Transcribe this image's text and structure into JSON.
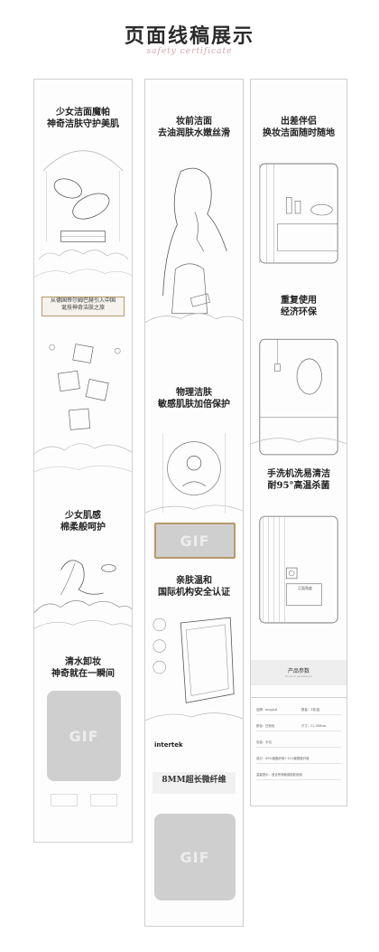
{
  "header": {
    "title": "页面线稿展示",
    "subtitle": "safety certificate"
  },
  "column1": {
    "s1": {
      "line1": "少女洁面魔帕",
      "line2": "神奇洁肤守护美肌"
    },
    "banner": {
      "line1": "从德国帝尔姆巴赫引入中国",
      "line2": "诞技神奇洁肤之旅"
    },
    "s2": {
      "line1": "少女肌感",
      "line2": "棉柔般呵护"
    },
    "s3": {
      "line1": "清水卸妆",
      "line2": "神奇就在一瞬间"
    },
    "gif": "GIF"
  },
  "column2": {
    "s1": {
      "line1": "妆前洁面",
      "line2": "去油润肤水嫩丝滑"
    },
    "s2": {
      "line1": "物理洁肤",
      "line2": "敏感肌肤加倍保护"
    },
    "gif1": "GIF",
    "s3": {
      "line1": "亲肤温和",
      "line2": "国际机构安全认证"
    },
    "brand": "intertek",
    "s4": {
      "line1": "8MM超长微纤维"
    },
    "gif2": "GIF"
  },
  "column3": {
    "s1": {
      "line1": "出差伴侣",
      "line2": "换妆洁面随时随地"
    },
    "s2": {
      "line1": "重复使用",
      "line2": "经济环保"
    },
    "s3": {
      "line1": "手洗机洗易清洁",
      "line2": "耐95°高温杀菌"
    },
    "panel_label": "正面角度",
    "params": {
      "title": "产品参数",
      "subtitle": "Product parameters",
      "rows": [
        {
          "label": "品牌：moqiad",
          "value": "数量：1枚/盒"
        },
        {
          "label": "颜色：白粉色",
          "value": "尺寸：22.5X8cm"
        },
        {
          "label": "包装：手包",
          "value": ""
        },
        {
          "label": "成分：88%聚酯纤维+12%聚酰胺纤维",
          "value": ""
        },
        {
          "label": "温馨提示：适合所有敏感肌肤使用",
          "value": ""
        }
      ]
    }
  }
}
